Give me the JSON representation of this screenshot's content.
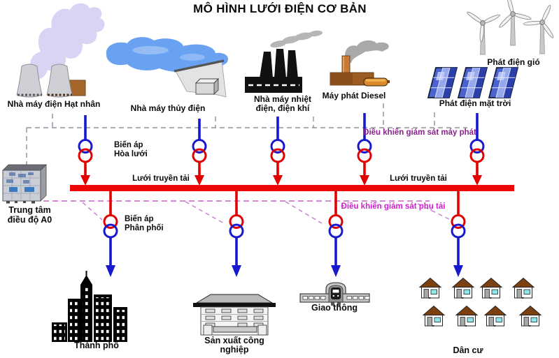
{
  "title": "MÔ HÌNH LƯỚI ĐIỆN CƠ BẢN",
  "sources": {
    "nuclear": "Nhà máy điện Hạt nhân",
    "hydro": "Nhà máy thủy điện",
    "thermal": "Nhà máy nhiệt điện, điện khí",
    "diesel": "Máy phát Diesel",
    "wind": "Phát điện gió",
    "solar": "Phát điện mặt trời"
  },
  "grid": {
    "transmission_label_left": "Lưới truyền tải",
    "transmission_label_right": "Lưới truyền tải",
    "grid_tie_transformer": "Biến áp Hòa lưới",
    "distribution_transformer": "Biến áp Phân phối"
  },
  "control": {
    "center": "Trung tâm điều độ A0",
    "generator_supervision": "Điều khiển giám sát máy phát",
    "load_supervision": "Điều khiển giám sát phụ tải"
  },
  "loads": {
    "city": "Thành phố",
    "industry": "Sản xuất công nghiệp",
    "transport": "Giao thông",
    "residential": "Dân cư"
  },
  "colors": {
    "bus": "#ee0707",
    "line_blue": "#1818cf",
    "line_red": "#e10000",
    "control_generator": "#8b1f8b",
    "control_load": "#cc22cc"
  }
}
